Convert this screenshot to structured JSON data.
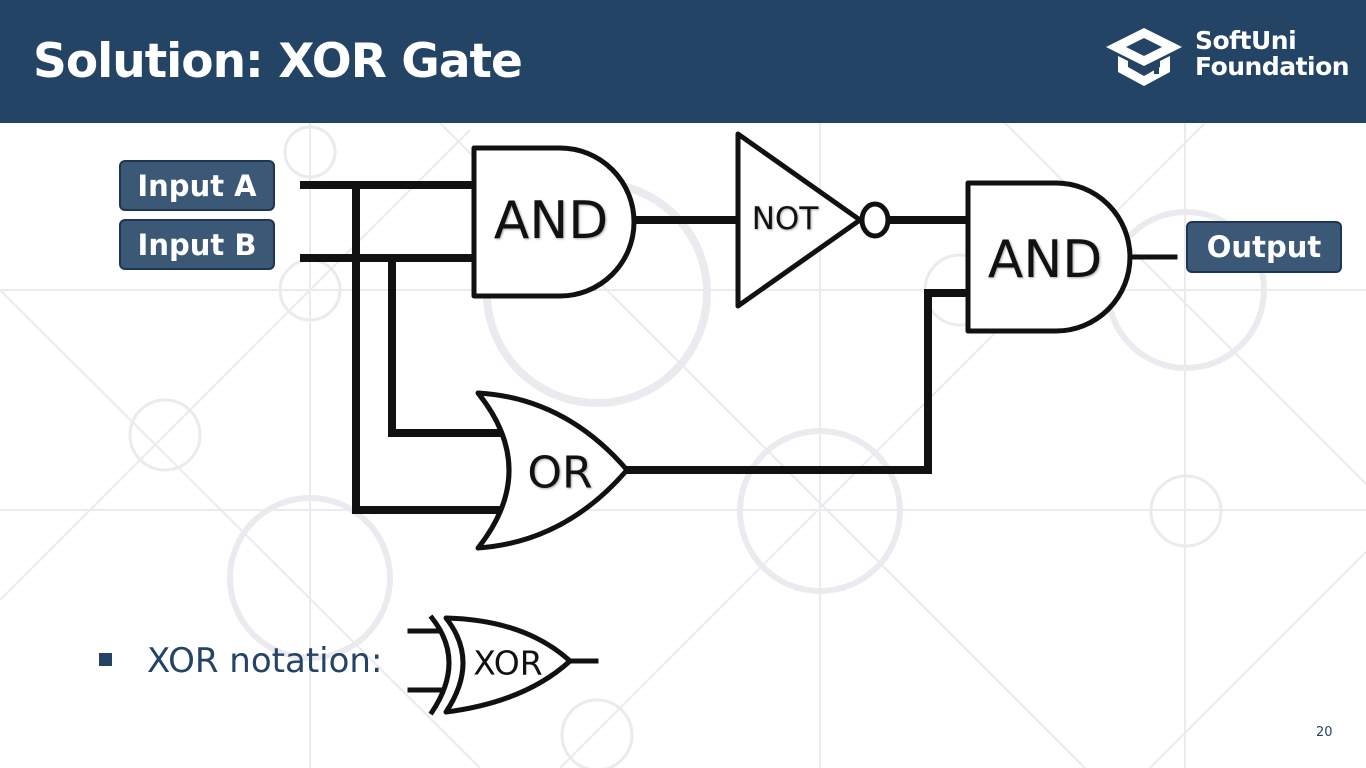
{
  "slide": {
    "title": "Solution: XOR Gate",
    "page_number": "20"
  },
  "logo": {
    "line1": "SoftUni",
    "line2": "Foundation"
  },
  "diagram": {
    "input_a": "Input A",
    "input_b": "Input B",
    "output": "Output",
    "and_gate_1": "AND",
    "not_gate": "NOT",
    "and_gate_2": "AND",
    "or_gate": "OR"
  },
  "notation": {
    "text": "XOR notation:",
    "gate_label": "XOR"
  },
  "colors": {
    "header": "#234465",
    "box": "#3b5876",
    "wire": "#111111"
  }
}
